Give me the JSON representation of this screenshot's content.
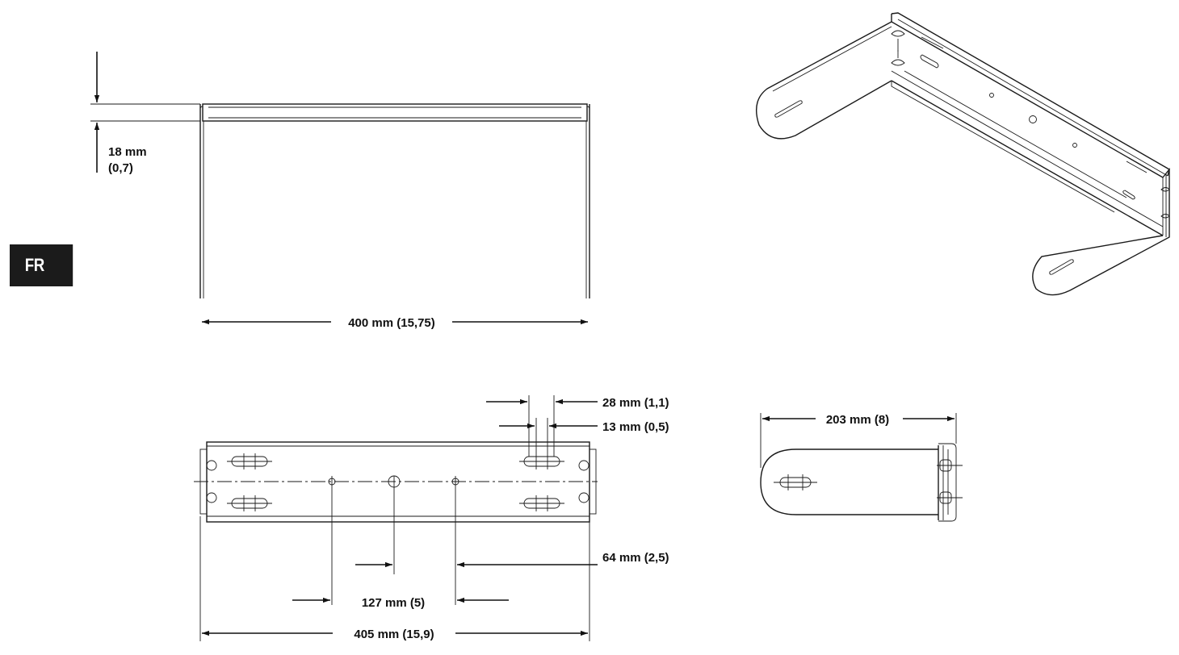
{
  "language_tab": "FR",
  "dimensions": {
    "flange_thickness": {
      "mm": "18 mm",
      "in": "(0,7)"
    },
    "inner_width": "400 mm (15,75)",
    "slot_outer": "28 mm (1,1)",
    "slot_inner": "13 mm (0,5)",
    "side_depth": "203 mm (8)",
    "center_offset": "64 mm (2,5)",
    "hole_spacing": "127 mm (5)",
    "overall_width": "405 mm (15,9)"
  }
}
